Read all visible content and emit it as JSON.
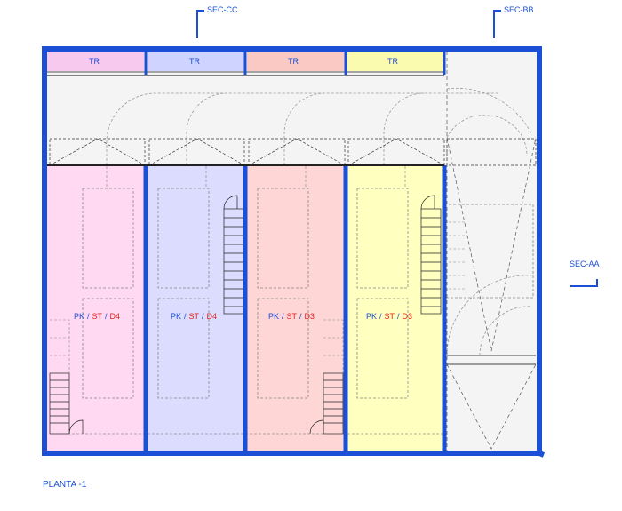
{
  "plan": {
    "title": "PLANTA -1",
    "section_marks": {
      "cc": "SEC-CC",
      "bb": "SEC-BB",
      "aa": "SEC-AA"
    },
    "units": [
      {
        "tr_label": "TR",
        "pk": "PK",
        "st": "ST",
        "d": "D4",
        "color": "#ffd9f2",
        "tr_color": "#f7c9ee"
      },
      {
        "tr_label": "TR",
        "pk": "PK",
        "st": "ST",
        "d": "D4",
        "color": "#dcdcff",
        "tr_color": "#cfd3ff"
      },
      {
        "tr_label": "TR",
        "pk": "PK",
        "st": "ST",
        "d": "D3",
        "color": "#ffd6d6",
        "tr_color": "#fbc9c4"
      },
      {
        "tr_label": "TR",
        "pk": "PK",
        "st": "ST",
        "d": "D3",
        "color": "#ffffbf",
        "tr_color": "#fbfbb0"
      }
    ],
    "separator": "/",
    "colors": {
      "wall": "#1a4fd6",
      "label_blue": "#1a4fd6",
      "label_red": "#e0241b",
      "corridor": "#f2f2f2"
    }
  }
}
